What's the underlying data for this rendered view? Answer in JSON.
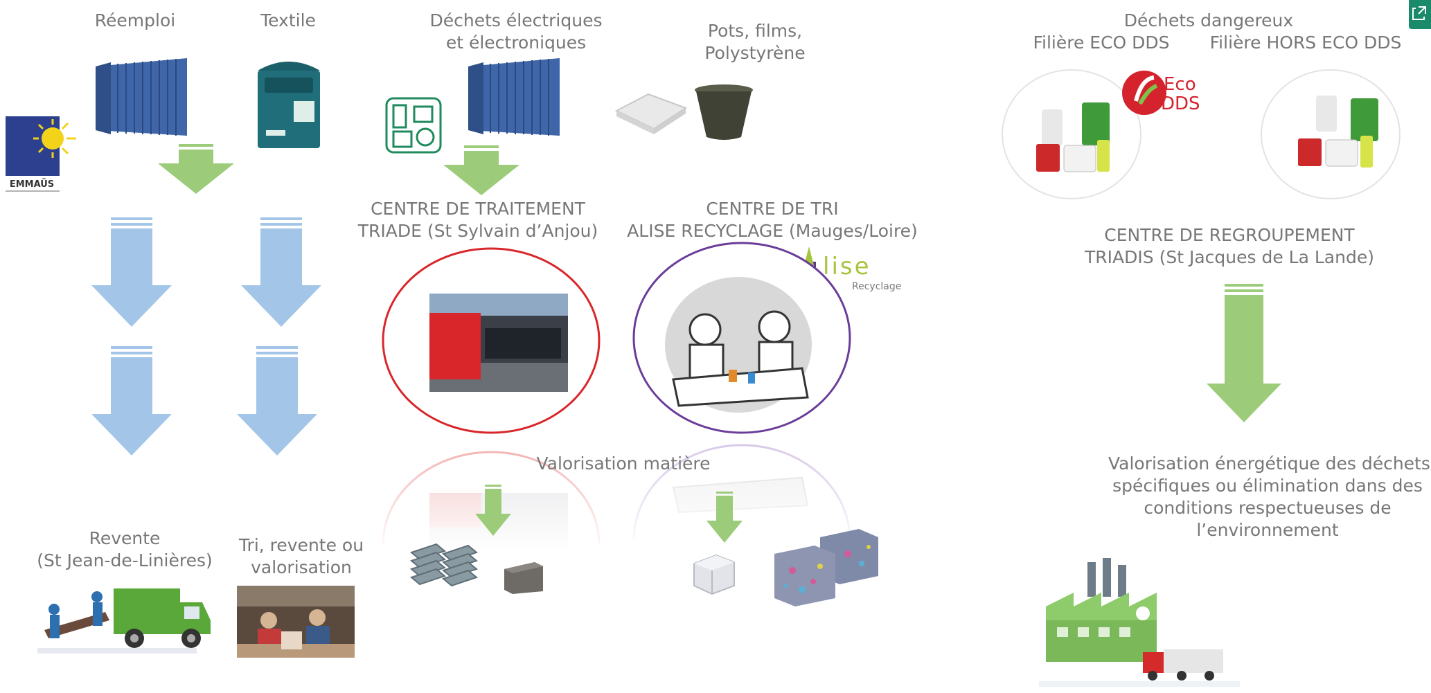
{
  "columns": {
    "reemploi": {
      "title": "Réemploi",
      "bottom_lines": [
        "Revente",
        "(St Jean-de-Linières)"
      ]
    },
    "textile": {
      "title": "Textile",
      "bottom_lines": [
        "Tri, revente ou",
        "valorisation"
      ]
    },
    "deee": {
      "title_lines": [
        "Déchets électriques",
        "et électroniques"
      ]
    },
    "pots": {
      "title_lines": [
        "Pots, films,",
        "Polystyrène"
      ]
    },
    "dangereux": {
      "title": "Déchets dangereux",
      "filiere_left": "Filière ECO DDS",
      "filiere_right": "Filière HORS ECO DDS"
    }
  },
  "logos": {
    "emmaus": "EMMAÜS",
    "eco_dds_top": "Eco",
    "eco_dds_bottom": "DDS",
    "alise_main": "lise",
    "alise_sub": "Recyclage"
  },
  "centers": {
    "traitement": {
      "lines": [
        "CENTRE DE TRAITEMENT",
        "TRIADE (St Sylvain d’Anjou)"
      ]
    },
    "tri": {
      "lines": [
        "CENTRE DE TRI",
        "ALISE RECYCLAGE  (Mauges/Loire)"
      ]
    },
    "regroupement": {
      "lines": [
        "CENTRE DE REGROUPEMENT",
        "TRIADIS (St Jacques de La Lande)"
      ]
    }
  },
  "valorisation_matiere": "Valorisation matière",
  "valorisation_energetique": [
    "Valorisation énergétique des déchets",
    "spécifiques ou élimination dans des",
    "conditions respectueuses de",
    "l’environnement"
  ],
  "colors": {
    "green_arrow": "#9ccc7a",
    "blue_arrow": "#a3c6e8",
    "red_circle": "#d9262a",
    "purple_circle": "#6a3d9a",
    "container_blue": "#3f66a8",
    "bin_teal": "#1f6e7a"
  }
}
